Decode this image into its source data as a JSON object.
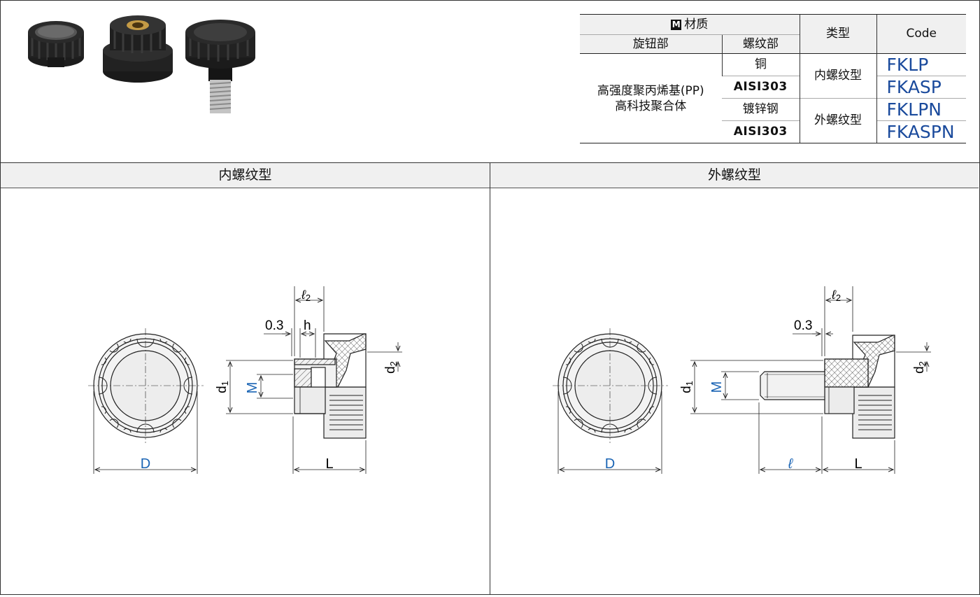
{
  "spec_table": {
    "material_header": "材质",
    "material_badge": "M",
    "col_knob": "旋钮部",
    "col_thread": "螺纹部",
    "col_type": "类型",
    "col_code": "Code",
    "knob_material_line1": "高强度聚丙烯基(PP)",
    "knob_material_line2": "高科技聚合体",
    "rows": [
      {
        "thread": "铜",
        "code": "FKLP"
      },
      {
        "thread": "AISI303",
        "code": "FKASP"
      },
      {
        "thread": "镀锌钢",
        "code": "FKLPN"
      },
      {
        "thread": "AISI303",
        "code": "FKASPN"
      }
    ],
    "type_internal": "内螺纹型",
    "type_external": "外螺纹型"
  },
  "panels": {
    "left_title": "内螺纹型",
    "right_title": "外螺纹型"
  },
  "dims": {
    "D": "D",
    "L": "L",
    "h": "h",
    "M": "M",
    "d1": "d",
    "d1_sub": "1",
    "d2": "d",
    "d2_sub": "2",
    "l2": "ℓ",
    "l2_sub": "2",
    "clearance": "0.3",
    "l": "ℓ"
  },
  "colors": {
    "code_blue": "#1a4a9c",
    "dim_blue": "#1a64b4",
    "header_gray": "#f0f0f0"
  }
}
